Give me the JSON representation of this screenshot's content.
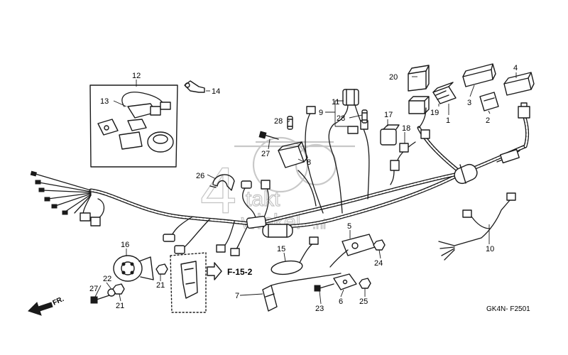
{
  "watermark": {
    "numeral": "4",
    "line1": "takt",
    "line2": "winkel",
    "suffix": ".nl"
  },
  "reference_label": "F-15-2",
  "direction_label": "FR.",
  "drawing_code": "GK4N- F2501",
  "callouts": {
    "c1": "1",
    "c2": "2",
    "c3": "3",
    "c4": "4",
    "c5": "5",
    "c6": "6",
    "c7": "7",
    "c8": "8",
    "c9": "9",
    "c10": "10",
    "c11": "11",
    "c12": "12",
    "c13": "13",
    "c14": "14",
    "c15": "15",
    "c16": "16",
    "c17": "17",
    "c18": "18",
    "c19": "19",
    "c20": "20",
    "c21a": "21",
    "c21b": "21",
    "c22": "22",
    "c23": "23",
    "c24": "24",
    "c25": "25",
    "c26": "26",
    "c27a": "27",
    "c27b": "27",
    "c28a": "28",
    "c28b": "28"
  }
}
